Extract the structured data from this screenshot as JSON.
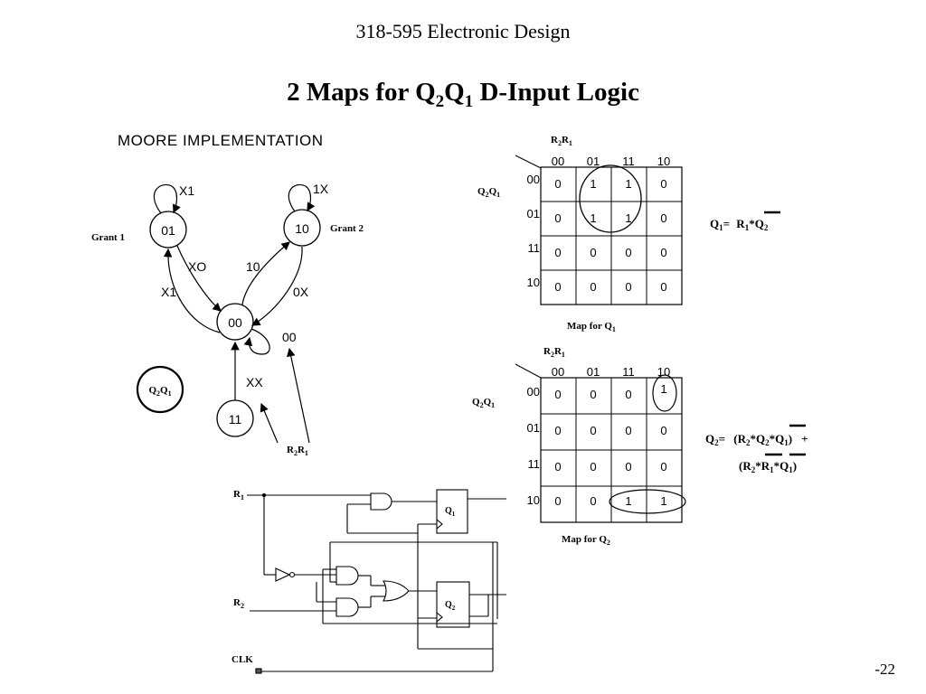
{
  "header": {
    "course": "318-595 Electronic Design",
    "title_pre": "2 Maps for Q",
    "title_sub1": "2",
    "title_mid": "Q",
    "title_sub2": "1",
    "title_post": " D-Input Logic"
  },
  "slide_number": "-22",
  "state_diagram": {
    "heading": "MOORE IMPLEMENTATION",
    "states": {
      "s01": "01",
      "s10": "10",
      "s00": "00",
      "s11": "11"
    },
    "transitions": {
      "x1_self": "X1",
      "oneX_self": "1X",
      "xo": "XO",
      "x1": "X1",
      "ten": "10",
      "zeroX": "0X",
      "oo_self": "00",
      "xx": "XX"
    },
    "grant1": "Grant 1",
    "grant2": "Grant 2",
    "state_var": {
      "base1": "Q",
      "sub1": "2",
      "base2": "Q",
      "sub2": "1"
    },
    "input_var": {
      "base1": "R",
      "sub1": "2",
      "base2": "R",
      "sub2": "1"
    }
  },
  "kmap_q1": {
    "col_var": {
      "base1": "R",
      "sub1": "2",
      "base2": "R",
      "sub2": "1"
    },
    "row_var": {
      "base1": "Q",
      "sub1": "2",
      "base2": "Q",
      "sub2": "1"
    },
    "col_headers": [
      "00",
      "01",
      "11",
      "10"
    ],
    "row_headers": [
      "00",
      "01",
      "11",
      "10"
    ],
    "cells": [
      [
        "0",
        "1",
        "1",
        "0"
      ],
      [
        "0",
        "1",
        "1",
        "0"
      ],
      [
        "0",
        "0",
        "0",
        "0"
      ],
      [
        "0",
        "0",
        "0",
        "0"
      ]
    ],
    "caption": {
      "base": "Map for Q",
      "sub": "1"
    },
    "equation": {
      "lhs": "Q",
      "lhs_sub": "1",
      "eq": "= ",
      "t1": "R",
      "t1_sub": "1",
      "op": "*",
      "t2": "Q",
      "t2_sub": "2"
    }
  },
  "kmap_q2": {
    "col_var": {
      "base1": "R",
      "sub1": "2",
      "base2": "R",
      "sub2": "1"
    },
    "row_var": {
      "base1": "Q",
      "sub1": "2",
      "base2": "Q",
      "sub2": "1"
    },
    "col_headers": [
      "00",
      "01",
      "11",
      "10"
    ],
    "row_headers": [
      "00",
      "01",
      "11",
      "10"
    ],
    "cells": [
      [
        "0",
        "0",
        "0",
        "1"
      ],
      [
        "0",
        "0",
        "0",
        "0"
      ],
      [
        "0",
        "0",
        "0",
        "0"
      ],
      [
        "0",
        "0",
        "1",
        "1"
      ]
    ],
    "caption": {
      "base": "Map for Q",
      "sub": "2"
    },
    "equation": {
      "lhs": "Q",
      "lhs_sub": "2",
      "eq": "= ",
      "line1": {
        "open": "(",
        "a": "R",
        "a_sub": "2",
        "op1": "*",
        "b": "Q",
        "b_sub": "2",
        "op2": "*",
        "c": "Q",
        "c_sub": "1",
        "close": ")",
        "plus": "+"
      },
      "line2": {
        "open": "(",
        "a": "R",
        "a_sub": "2",
        "op1": "*",
        "b": "R",
        "b_sub": "1",
        "op2": "*",
        "c": "Q",
        "c_sub": "1",
        "close": ")"
      }
    }
  },
  "circuit": {
    "r1": {
      "base": "R",
      "sub": "1"
    },
    "r2": {
      "base": "R",
      "sub": "2"
    },
    "clk": "CLK",
    "ff1": {
      "base": "Q",
      "sub": "1"
    },
    "ff2": {
      "base": "Q",
      "sub": "2"
    }
  }
}
